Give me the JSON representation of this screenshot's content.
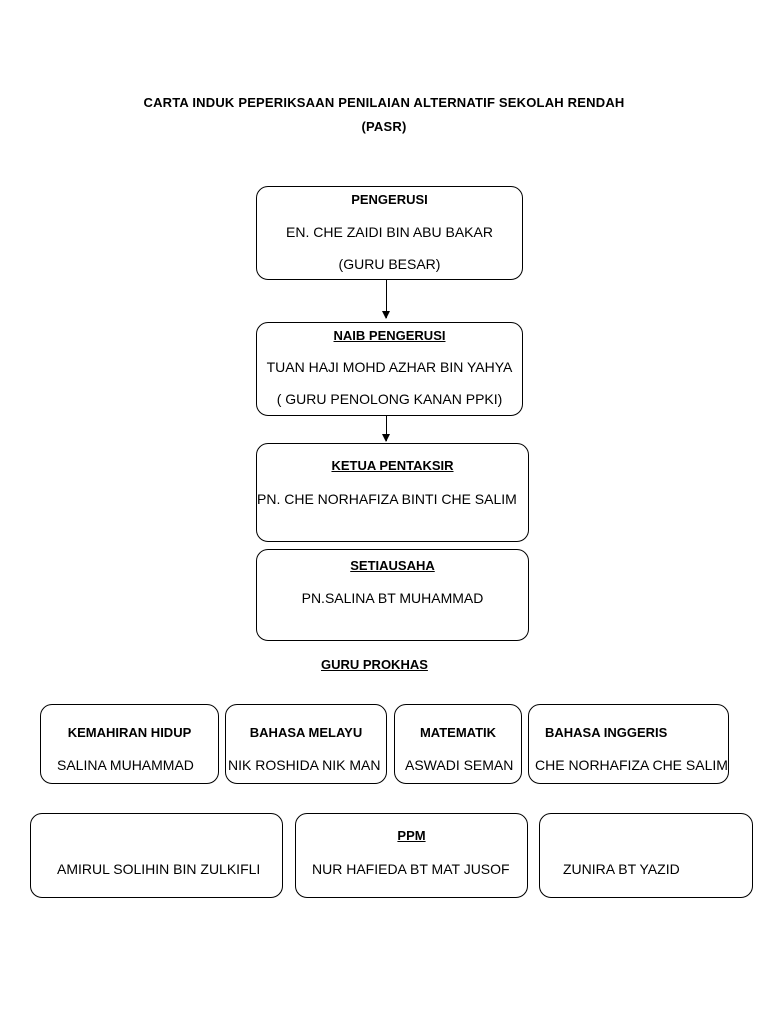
{
  "title": {
    "line1": "CARTA INDUK PEPERIKSAAN  PENILAIAN ALTERNATIF SEKOLAH RENDAH",
    "line2": "(PASR)"
  },
  "chairman": {
    "heading": "PENGERUSI",
    "name": "EN. CHE ZAIDI BIN ABU BAKAR",
    "role": "(GURU BESAR)"
  },
  "vice_chairman": {
    "heading": "NAIB PENGERUSI",
    "name": "TUAN HAJI MOHD AZHAR BIN YAHYA",
    "role": "( GURU PENOLONG KANAN PPKI)"
  },
  "head_assessor": {
    "heading": "KETUA PENTAKSIR",
    "name": "PN. CHE NORHAFIZA BINTI CHE SALIM"
  },
  "secretary": {
    "heading": "SETIAUSAHA",
    "name": "PN.SALINA BT MUHAMMAD"
  },
  "teachers_heading": "GURU PROKHAS",
  "subjects": [
    {
      "subject": "KEMAHIRAN HIDUP",
      "teacher": "SALINA MUHAMMAD"
    },
    {
      "subject": "BAHASA MELAYU",
      "teacher": "NIK ROSHIDA NIK MAN"
    },
    {
      "subject": "MATEMATIK",
      "teacher": "ASWADI SEMAN"
    },
    {
      "subject": "BAHASA INGGERIS",
      "teacher": "CHE NORHAFIZA CHE SALIM"
    }
  ],
  "ppm": {
    "heading": "PPM",
    "members": [
      "AMIRUL SOLIHIN BIN ZULKIFLI",
      "NUR HAFIEDA BT MAT JUSOF",
      "ZUNIRA BT YAZID"
    ]
  }
}
